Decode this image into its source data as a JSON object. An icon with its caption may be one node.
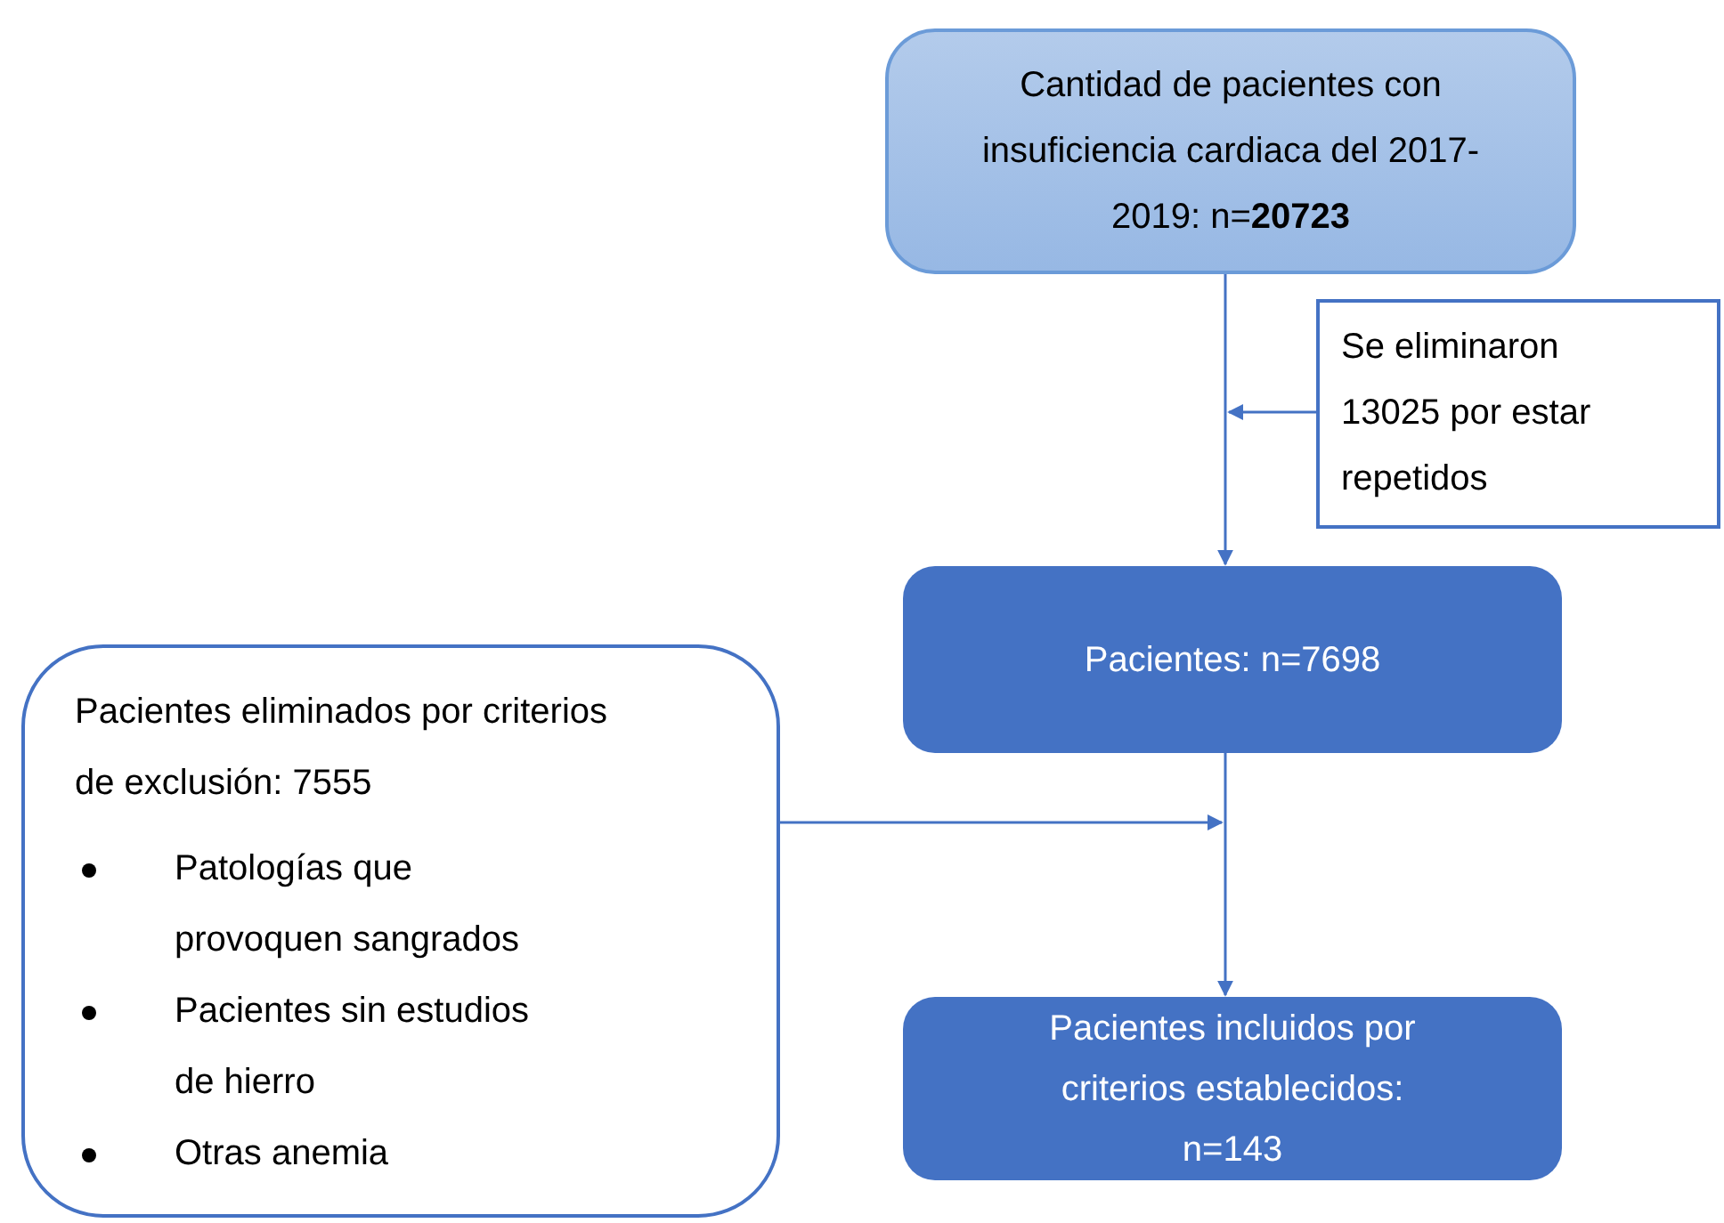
{
  "diagram": {
    "nodes": [
      {
        "text": [
          "Cantidad de pacientes con insuficiencia cardiaca del 2017-2019:  n=**20723**"
        ]
      },
      {
        "text": [
          "Se eliminaron 13025 por estar repetidos"
        ]
      },
      {
        "text": [
          "Pacientes: n=7698"
        ]
      },
      {
        "text": [
          "Pacientes eliminados por criterios de exclusión: 7555",
          "Patologías que provoquen sangrados",
          "Pacientes sin estudios de hierro",
          "Otras anemia"
        ]
      },
      {
        "text": [
          "Pacientes incluidos por criterios establecidos: n=143"
        ]
      }
    ],
    "edges": [
      {
        "from": 0,
        "to": 2,
        "arrow": "to"
      },
      {
        "from": 1,
        "to": null,
        "arrow": "to"
      },
      {
        "from": 2,
        "to": 4,
        "arrow": "to"
      },
      {
        "from": 3,
        "to": null,
        "arrow": "to"
      }
    ]
  }
}
